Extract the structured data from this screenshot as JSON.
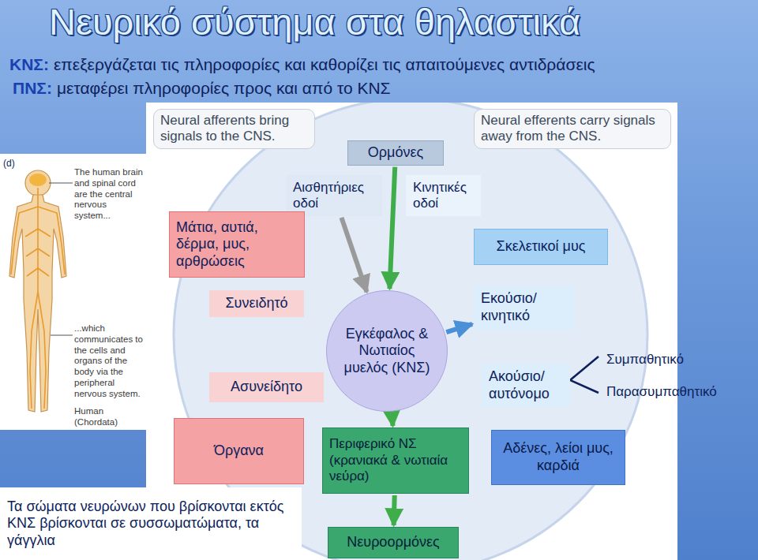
{
  "diagram": {
    "title": "Νευρικό σύστημα στα θηλαστικά",
    "nodes": [
      {
        "text": [
          "Neural afferents bring signals to the CNS."
        ]
      },
      {
        "text": [
          "Neural efferents carry signals away from the CNS."
        ]
      },
      {
        "text": [
          "Ορμόνες"
        ]
      },
      {
        "text": [
          "Αισθητήριες οδοί"
        ]
      },
      {
        "text": [
          "Κινητικές οδοί"
        ]
      },
      {
        "text": [
          "Μάτια, αυτιά, δέρμα, μυς, αρθρώσεις"
        ]
      },
      {
        "text": [
          "Σκελετικοί μυς"
        ]
      },
      {
        "text": [
          "Συνειδητό"
        ]
      },
      {
        "text": [
          "Εγκέφαλος & Νωτιαίος μυελός (ΚΝΣ)"
        ]
      },
      {
        "text": [
          "Εκούσιο/ κινητικό"
        ]
      },
      {
        "text": [
          "Ασυνείδητο"
        ]
      },
      {
        "text": [
          "Ακούσιο/ αυτόνομο"
        ]
      },
      {
        "text": [
          "Όργανα"
        ]
      },
      {
        "text": [
          "Περιφερικό ΝΣ (κρανιακά & νωτιαία νεύρα)"
        ]
      },
      {
        "text": [
          "Αδένες, λείοι μυς, καρδιά"
        ]
      },
      {
        "text": [
          "Τα σώματα νευρώνων που βρίσκονται εκτός ΚΝΣ βρίσκονται σε συσσωματώματα, τα γάγγλια"
        ]
      },
      {
        "text": [
          "Νευροορμόνες"
        ]
      }
    ],
    "edges": [
      {
        "from": 2,
        "to": 8,
        "arrow": "to"
      },
      {
        "from": 3,
        "to": 8,
        "arrow": "to"
      },
      {
        "from": 8,
        "to": 9,
        "arrow": "to"
      },
      {
        "from": 8,
        "to": 13,
        "arrow": "to"
      },
      {
        "from": 13,
        "to": 16,
        "arrow": "to"
      }
    ],
    "labels": [
      "ΚΝΣ:",
      "επεξεργάζεται τις πληροφορίες και καθορίζει τις απαιτούμενες αντιδράσεις",
      "ΠΝΣ:",
      "μεταφέρει πληροφορίες προς και από το ΚΝΣ",
      "(d)",
      "The human brain and spinal cord are the central nervous system...",
      "...which communicates to the cells and organs of the body via the peripheral nervous system.",
      "Human (Chordata)",
      "Συμπαθητικό",
      "Παρασυμπαθητικό"
    ]
  }
}
